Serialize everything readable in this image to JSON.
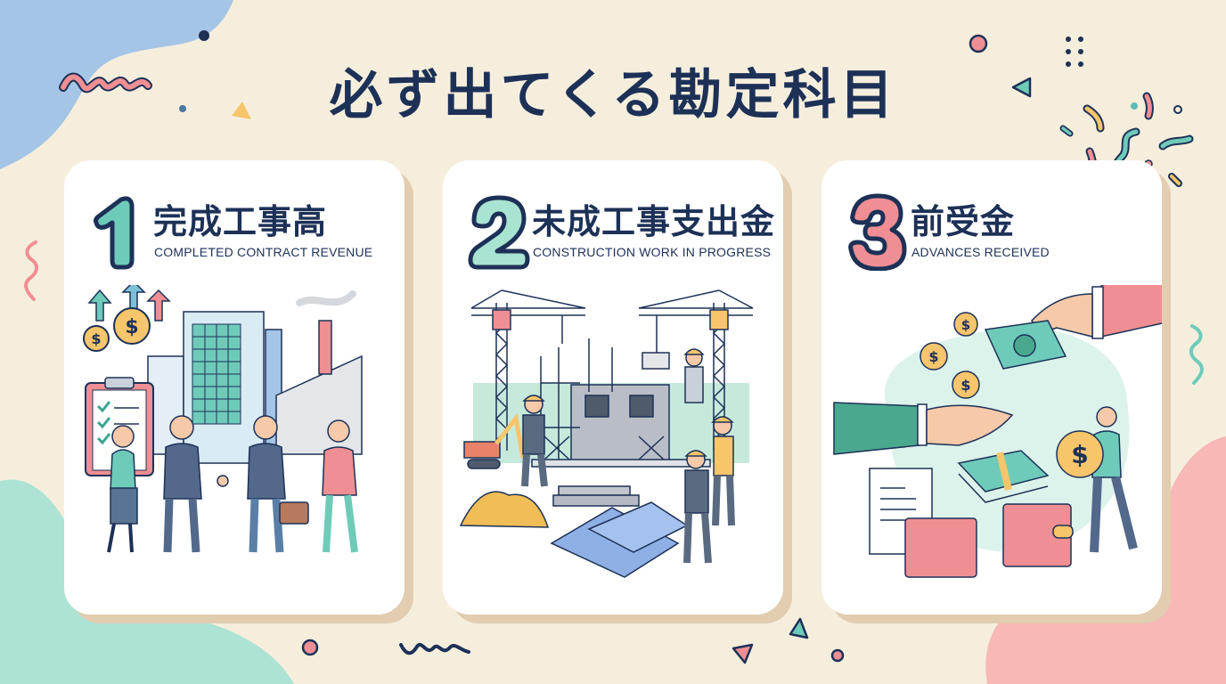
{
  "title": "必ず出てくる勘定科目",
  "colors": {
    "background": "#f6eedd",
    "navy": "#1d3157",
    "teal": "#6fcbb9",
    "mint": "#a9e3d2",
    "pink": "#ef8f94",
    "blue_blob": "#a5c5e6",
    "yellow": "#f7c56b",
    "card_shadow": "#e2cdb0"
  },
  "cards": [
    {
      "number": "1",
      "number_color": "#6fcbb9",
      "title_ja": "完成工事高",
      "title_en": "COMPLETED CONTRACT REVENUE",
      "illustration": "business-people-handshake-buildings-coins-icon"
    },
    {
      "number": "2",
      "number_color": "#a9e3d2",
      "title_ja": "未成工事支出金",
      "title_en": "CONSTRUCTION WORK IN PROGRESS",
      "illustration": "construction-site-cranes-workers-icon"
    },
    {
      "number": "3",
      "number_color": "#ef8f94",
      "title_ja": "前受金",
      "title_en": "ADVANCES RECEIVED",
      "illustration": "hands-exchanging-money-wallets-icon"
    }
  ]
}
